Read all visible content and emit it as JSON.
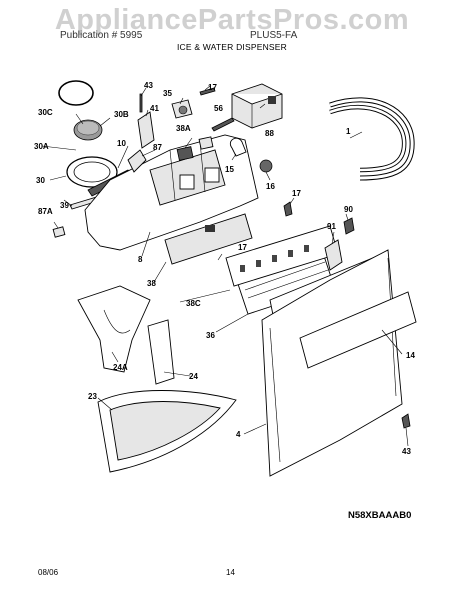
{
  "watermark": "AppliancePartsPros.com",
  "header": {
    "left": "Publication # 5995",
    "right": "PLUS5-FA"
  },
  "subtitle": "ICE & WATER DISPENSER",
  "diagram_code": "N58XBAAAB0",
  "footer": {
    "date": "08/06",
    "page": "14"
  },
  "callouts": [
    "43",
    "35",
    "17",
    "41",
    "56",
    "30C",
    "30B",
    "88",
    "1",
    "10",
    "87",
    "38A",
    "30A",
    "15",
    "16",
    "30",
    "17",
    "39",
    "87A",
    "90",
    "91",
    "8",
    "17",
    "38",
    "38C",
    "14",
    "36",
    "24A",
    "24",
    "23",
    "4",
    "43"
  ]
}
